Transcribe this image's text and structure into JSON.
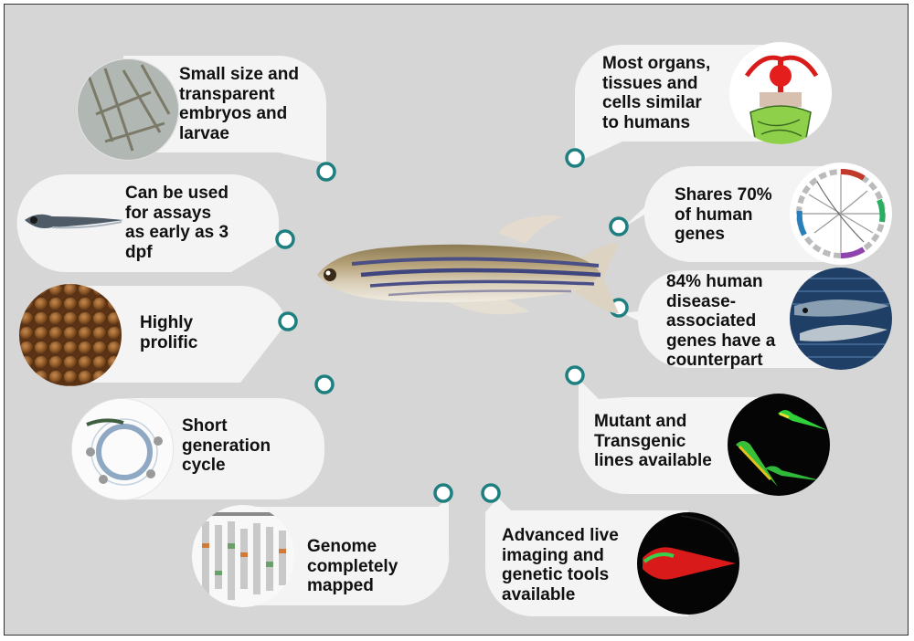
{
  "features": [
    {
      "id": "small-size",
      "lines": [
        "Small size and",
        "transparent",
        "embryos and",
        "larvae"
      ]
    },
    {
      "id": "early-assays",
      "lines": [
        "Can be used",
        "for assays",
        "as early as 3",
        "dpf"
      ]
    },
    {
      "id": "prolific",
      "lines": [
        "Highly",
        "prolific"
      ]
    },
    {
      "id": "generation",
      "lines": [
        "Short",
        "generation",
        "cycle"
      ]
    },
    {
      "id": "genome",
      "lines": [
        "Genome",
        "completely",
        "mapped"
      ]
    },
    {
      "id": "organs",
      "lines": [
        "Most organs,",
        "tissues and",
        "cells similar",
        "to humans"
      ]
    },
    {
      "id": "genes",
      "lines": [
        "Shares 70%",
        "of human",
        "genes"
      ]
    },
    {
      "id": "disease",
      "lines": [
        "84% human",
        "disease-",
        "associated",
        "genes have a",
        "counterpart"
      ]
    },
    {
      "id": "mutant",
      "lines": [
        "Mutant  and",
        "Transgenic",
        "lines available"
      ]
    },
    {
      "id": "imaging",
      "lines": [
        "Advanced live",
        "imaging and",
        "genetic tools",
        "available"
      ]
    }
  ],
  "colors": {
    "background": "#d6d6d6",
    "bubble": "#f4f4f4",
    "connector": "#1e7f80",
    "text": "#111111"
  },
  "icons": [
    "zebrafish-icon",
    "larvae-photo-icon",
    "larva-icon",
    "eggs-icon",
    "life-cycle-icon",
    "genome-map-icon",
    "organs-icon",
    "circos-plot-icon",
    "disease-genes-icon",
    "fluorescent-fish-icon",
    "live-imaging-icon"
  ]
}
